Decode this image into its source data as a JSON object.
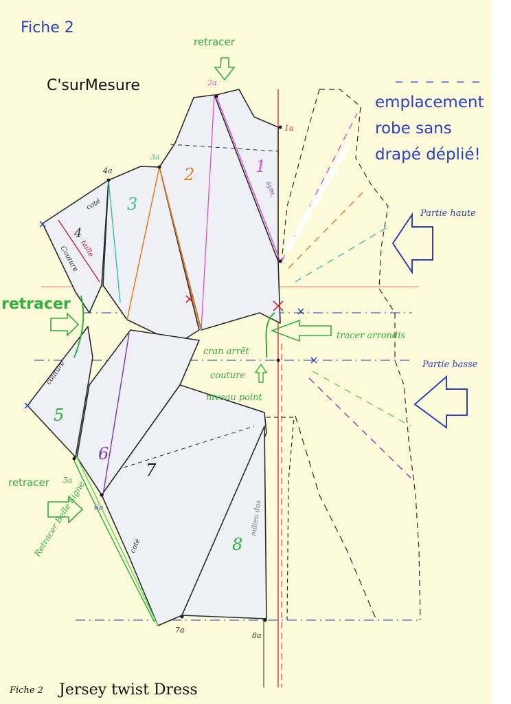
{
  "header": {
    "fiche": "Fiche 2",
    "brand": "C'surMesure"
  },
  "legend": {
    "dashes": "_ _ _ _ _ _",
    "line1": "emplacement",
    "line2": "robe sans",
    "line3": "drapé déplié!"
  },
  "annotations": {
    "retracer_top": "retracer",
    "retracer_left": "retracer",
    "retracer_bottom": "retracer",
    "partie_haute": "Partie haute",
    "partie_basse": "Partie basse",
    "tracer_arrondis": "tracer arrondis",
    "cran_arret": "cran arrêt",
    "couture": "couture",
    "niveau_point": "niveau point",
    "retracer_belle_ligne": "Retracer Belle Ligne"
  },
  "pieces": {
    "p1": "1",
    "p2": "2",
    "p3": "3",
    "p4": "4",
    "p5": "5",
    "p6": "6",
    "p7": "7",
    "p8": "8"
  },
  "points": {
    "a1": "1a",
    "a2": "2a",
    "a3": "3a",
    "a4": "4a",
    "a5": "5a",
    "a6": "6a",
    "a7": "7a",
    "a8": "8a"
  },
  "piece_notes": {
    "sym": "sym.",
    "cote_a": "coté",
    "cote_b": "coté",
    "taille": "taille",
    "couture_a": "Couture",
    "couture_b": "couture",
    "milieu": "milieu dos"
  },
  "footer": {
    "fiche": "Fiche 2",
    "title": "Jersey twist Dress"
  },
  "colors": {
    "paper": "#fdfbd9",
    "piece_fill": "#eef0f6",
    "outline": "#2a2a2a",
    "blue_text": "#2b3fbf",
    "green_text": "#2eb03a",
    "red_line": "#e0242e",
    "pink_line": "#e04ec8",
    "orange_line": "#e77a1a",
    "purple_line": "#7a3fb0",
    "teal_line": "#3fc0a8"
  }
}
